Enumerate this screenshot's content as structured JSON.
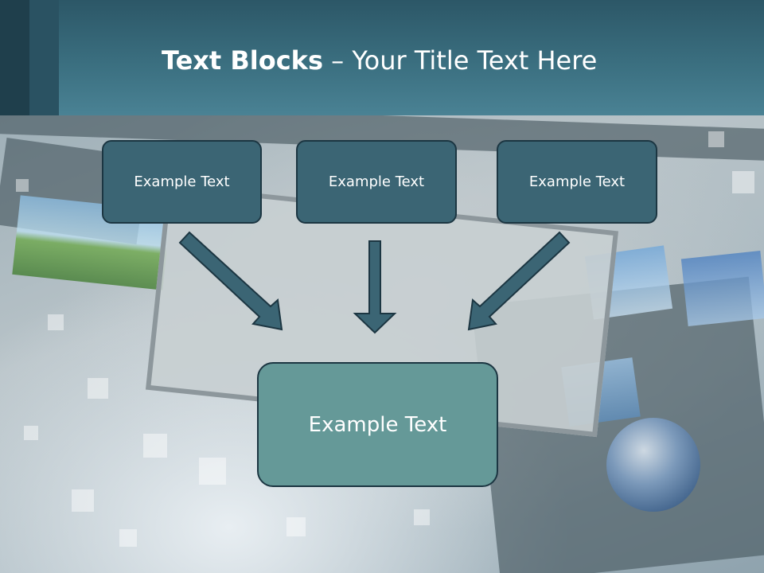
{
  "title": {
    "bold_part": "Text Blocks",
    "separator": " – ",
    "regular_part": "Your Title Text Here"
  },
  "top_boxes": [
    {
      "label": "Example Text"
    },
    {
      "label": "Example Text"
    },
    {
      "label": "Example Text"
    }
  ],
  "bottom_box": {
    "label": "Example Text"
  },
  "colors": {
    "header": "#3c7182",
    "box_fill": "#3b6574",
    "box_border": "#1c3642",
    "bottom_box_fill": "#659998",
    "arrow_fill": "#3b6574"
  }
}
